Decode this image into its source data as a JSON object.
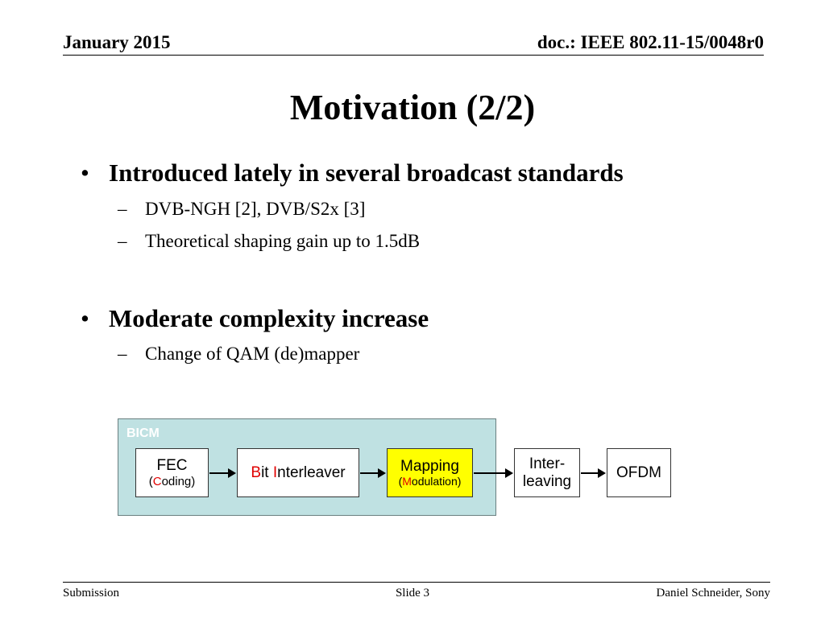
{
  "header": {
    "date": "January 2015",
    "doc": "doc.: IEEE 802.11-15/0048r0"
  },
  "title": "Motivation (2/2)",
  "bullets": [
    {
      "text": "Introduced lately in several broadcast standards",
      "subs": [
        "DVB-NGH [2], DVB/S2x [3]",
        "Theoretical shaping gain up to 1.5dB"
      ]
    },
    {
      "text": "Moderate complexity increase",
      "subs": [
        "Change of QAM (de)mapper"
      ]
    }
  ],
  "symbols": {
    "bullet": "•",
    "dash": "–"
  },
  "diagram": {
    "group_label": "BICM",
    "fec": {
      "main": "FEC",
      "paren_open": "(",
      "highlight": "C",
      "rest": "oding)"
    },
    "interleaver": {
      "h1": "B",
      "t1": "it ",
      "h2": "I",
      "t2": "nterleaver"
    },
    "mapping": {
      "main": "Mapping",
      "paren_open": "(",
      "highlight": "M",
      "rest": "odulation)"
    },
    "inter_leaving": {
      "line1": "Inter-",
      "line2": "leaving"
    },
    "ofdm": "OFDM",
    "colors": {
      "bicm_background": "#bfe1e2",
      "mapping_background": "#ffff00",
      "highlight_letter": "#e00000",
      "label": "#ffffff"
    }
  },
  "footer": {
    "left": "Submission",
    "center": "Slide 3",
    "right": "Daniel Schneider, Sony"
  }
}
